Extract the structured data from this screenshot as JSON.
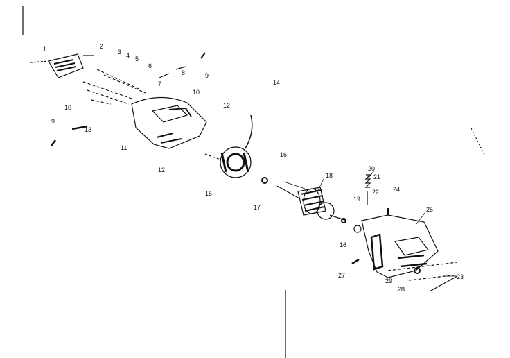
{
  "callouts": [
    {
      "id": "c1",
      "text": "1"
    },
    {
      "id": "c2",
      "text": "2"
    },
    {
      "id": "c3",
      "text": "3"
    },
    {
      "id": "c4",
      "text": "4"
    },
    {
      "id": "c5",
      "text": "5"
    },
    {
      "id": "c6",
      "text": "6"
    },
    {
      "id": "c7",
      "text": "7"
    },
    {
      "id": "c8",
      "text": "8"
    },
    {
      "id": "c9a",
      "text": "9"
    },
    {
      "id": "c10a",
      "text": "10"
    },
    {
      "id": "c14",
      "text": "14"
    },
    {
      "id": "c12a",
      "text": "12"
    },
    {
      "id": "c10b",
      "text": "10"
    },
    {
      "id": "c9b",
      "text": "9"
    },
    {
      "id": "c11",
      "text": "11"
    },
    {
      "id": "c12b",
      "text": "12"
    },
    {
      "id": "c13",
      "text": "13"
    },
    {
      "id": "c16a",
      "text": "16"
    },
    {
      "id": "c15",
      "text": "15"
    },
    {
      "id": "c17",
      "text": "17"
    },
    {
      "id": "c18",
      "text": "18"
    },
    {
      "id": "c19",
      "text": "19"
    },
    {
      "id": "c16b",
      "text": "16"
    },
    {
      "id": "c20",
      "text": "20"
    },
    {
      "id": "c21",
      "text": "21"
    },
    {
      "id": "c22",
      "text": "22"
    },
    {
      "id": "c24",
      "text": "24"
    },
    {
      "id": "c25",
      "text": "25"
    },
    {
      "id": "c23",
      "text": "23"
    },
    {
      "id": "c27",
      "text": "27"
    },
    {
      "id": "c29",
      "text": "29"
    },
    {
      "id": "c28",
      "text": "28"
    }
  ]
}
